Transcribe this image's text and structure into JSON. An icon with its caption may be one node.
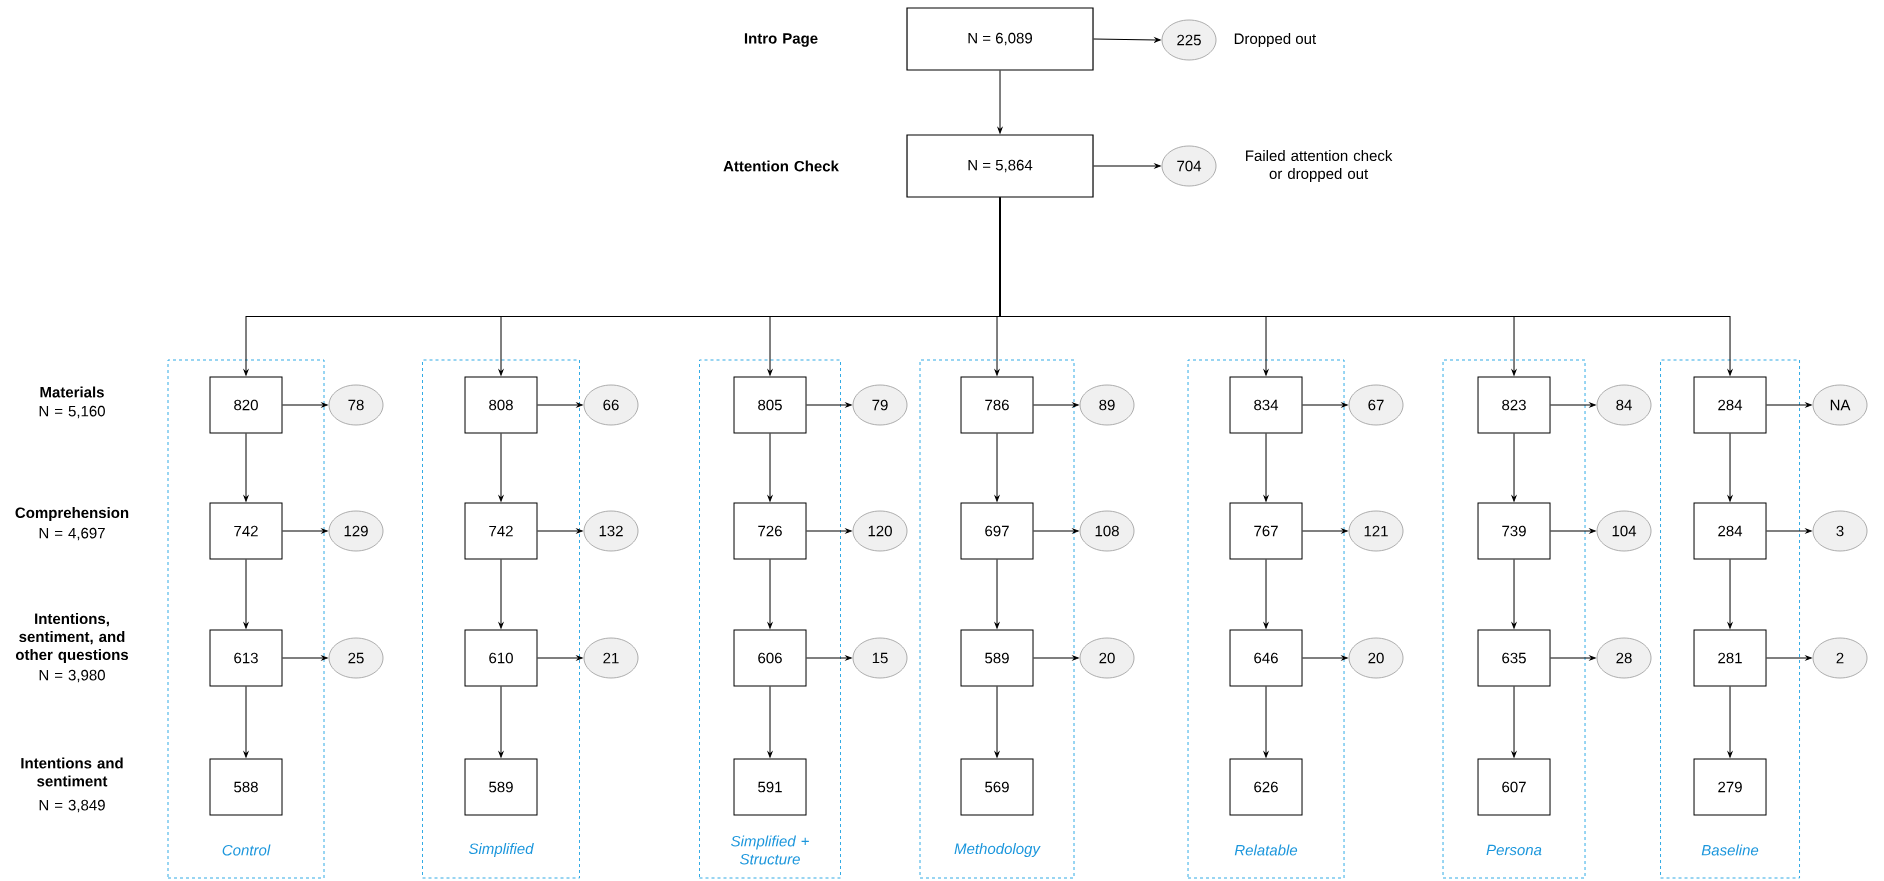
{
  "diagram": {
    "nodes": [
      {
        "text": [
          "N = 6,089"
        ]
      },
      {
        "text": [
          "225"
        ],
        "beside": [
          "Dropped out"
        ]
      },
      {
        "text": [
          "N = 5,864"
        ]
      },
      {
        "text": [
          "704"
        ],
        "beside": [
          "Failed attention check or dropped out"
        ]
      },
      {
        "text": [
          "Control"
        ]
      },
      {
        "text": [
          "820"
        ],
        "in": 4
      },
      {
        "text": [
          "742"
        ],
        "in": 4
      },
      {
        "text": [
          "613"
        ],
        "in": 4
      },
      {
        "text": [
          "588"
        ],
        "in": 4
      },
      {
        "text": [
          "78"
        ]
      },
      {
        "text": [
          "129"
        ]
      },
      {
        "text": [
          "25"
        ]
      },
      {
        "text": [
          "Simplified"
        ]
      },
      {
        "text": [
          "808"
        ],
        "in": 12
      },
      {
        "text": [
          "742"
        ],
        "in": 12
      },
      {
        "text": [
          "610"
        ],
        "in": 12
      },
      {
        "text": [
          "589"
        ],
        "in": 12
      },
      {
        "text": [
          "66"
        ]
      },
      {
        "text": [
          "132"
        ]
      },
      {
        "text": [
          "21"
        ]
      },
      {
        "text": [
          "Simplified + Structure"
        ]
      },
      {
        "text": [
          "805"
        ],
        "in": 20
      },
      {
        "text": [
          "726"
        ],
        "in": 20
      },
      {
        "text": [
          "606"
        ],
        "in": 20
      },
      {
        "text": [
          "591"
        ],
        "in": 20
      },
      {
        "text": [
          "79"
        ]
      },
      {
        "text": [
          "120"
        ]
      },
      {
        "text": [
          "15"
        ]
      },
      {
        "text": [
          "Methodology"
        ]
      },
      {
        "text": [
          "786"
        ],
        "in": 28
      },
      {
        "text": [
          "697"
        ],
        "in": 28
      },
      {
        "text": [
          "589"
        ],
        "in": 28
      },
      {
        "text": [
          "569"
        ],
        "in": 28
      },
      {
        "text": [
          "89"
        ]
      },
      {
        "text": [
          "108"
        ]
      },
      {
        "text": [
          "20"
        ]
      },
      {
        "text": [
          "Relatable"
        ]
      },
      {
        "text": [
          "834"
        ],
        "in": 36
      },
      {
        "text": [
          "767"
        ],
        "in": 36
      },
      {
        "text": [
          "646"
        ],
        "in": 36
      },
      {
        "text": [
          "626"
        ],
        "in": 36
      },
      {
        "text": [
          "67"
        ]
      },
      {
        "text": [
          "121"
        ]
      },
      {
        "text": [
          "20"
        ]
      },
      {
        "text": [
          "Persona"
        ]
      },
      {
        "text": [
          "823"
        ],
        "in": 44
      },
      {
        "text": [
          "739"
        ],
        "in": 44
      },
      {
        "text": [
          "635"
        ],
        "in": 44
      },
      {
        "text": [
          "607"
        ],
        "in": 44
      },
      {
        "text": [
          "84"
        ]
      },
      {
        "text": [
          "104"
        ]
      },
      {
        "text": [
          "28"
        ]
      },
      {
        "text": [
          "Baseline"
        ]
      },
      {
        "text": [
          "284"
        ],
        "in": 52
      },
      {
        "text": [
          "284"
        ],
        "in": 52
      },
      {
        "text": [
          "281"
        ],
        "in": 52
      },
      {
        "text": [
          "279"
        ],
        "in": 52
      },
      {
        "text": [
          "NA"
        ]
      },
      {
        "text": [
          "3"
        ]
      },
      {
        "text": [
          "2"
        ]
      }
    ],
    "edges": [
      {
        "from": 0,
        "to": 1,
        "arrow": "to"
      },
      {
        "from": 0,
        "to": 2,
        "arrow": "to"
      },
      {
        "from": 2,
        "to": 3,
        "arrow": "to"
      },
      {
        "from": 2,
        "to": 5,
        "arrow": "to"
      },
      {
        "from": 2,
        "to": 13,
        "arrow": "to"
      },
      {
        "from": 2,
        "to": 21,
        "arrow": "to"
      },
      {
        "from": 2,
        "to": 29,
        "arrow": "to"
      },
      {
        "from": 2,
        "to": 37,
        "arrow": "to"
      },
      {
        "from": 2,
        "to": 45,
        "arrow": "to"
      },
      {
        "from": 2,
        "to": 53,
        "arrow": "to"
      },
      {
        "from": 5,
        "to": 9,
        "arrow": "to"
      },
      {
        "from": 5,
        "to": 6,
        "arrow": "to"
      },
      {
        "from": 6,
        "to": 10,
        "arrow": "to"
      },
      {
        "from": 6,
        "to": 7,
        "arrow": "to"
      },
      {
        "from": 7,
        "to": 11,
        "arrow": "to"
      },
      {
        "from": 7,
        "to": 8,
        "arrow": "to"
      },
      {
        "from": 13,
        "to": 17,
        "arrow": "to"
      },
      {
        "from": 13,
        "to": 14,
        "arrow": "to"
      },
      {
        "from": 14,
        "to": 18,
        "arrow": "to"
      },
      {
        "from": 14,
        "to": 15,
        "arrow": "to"
      },
      {
        "from": 15,
        "to": 19,
        "arrow": "to"
      },
      {
        "from": 15,
        "to": 16,
        "arrow": "to"
      },
      {
        "from": 21,
        "to": 25,
        "arrow": "to"
      },
      {
        "from": 21,
        "to": 22,
        "arrow": "to"
      },
      {
        "from": 22,
        "to": 26,
        "arrow": "to"
      },
      {
        "from": 22,
        "to": 23,
        "arrow": "to"
      },
      {
        "from": 23,
        "to": 27,
        "arrow": "to"
      },
      {
        "from": 23,
        "to": 24,
        "arrow": "to"
      },
      {
        "from": 29,
        "to": 33,
        "arrow": "to"
      },
      {
        "from": 29,
        "to": 30,
        "arrow": "to"
      },
      {
        "from": 30,
        "to": 34,
        "arrow": "to"
      },
      {
        "from": 30,
        "to": 31,
        "arrow": "to"
      },
      {
        "from": 31,
        "to": 35,
        "arrow": "to"
      },
      {
        "from": 31,
        "to": 32,
        "arrow": "to"
      },
      {
        "from": 37,
        "to": 41,
        "arrow": "to"
      },
      {
        "from": 37,
        "to": 38,
        "arrow": "to"
      },
      {
        "from": 38,
        "to": 42,
        "arrow": "to"
      },
      {
        "from": 38,
        "to": 39,
        "arrow": "to"
      },
      {
        "from": 39,
        "to": 43,
        "arrow": "to"
      },
      {
        "from": 39,
        "to": 40,
        "arrow": "to"
      },
      {
        "from": 45,
        "to": 49,
        "arrow": "to"
      },
      {
        "from": 45,
        "to": 46,
        "arrow": "to"
      },
      {
        "from": 46,
        "to": 50,
        "arrow": "to"
      },
      {
        "from": 46,
        "to": 47,
        "arrow": "to"
      },
      {
        "from": 47,
        "to": 51,
        "arrow": "to"
      },
      {
        "from": 47,
        "to": 48,
        "arrow": "to"
      },
      {
        "from": 53,
        "to": 57,
        "arrow": "to"
      },
      {
        "from": 53,
        "to": 54,
        "arrow": "to"
      },
      {
        "from": 54,
        "to": 58,
        "arrow": "to"
      },
      {
        "from": 54,
        "to": 55,
        "arrow": "to"
      },
      {
        "from": 55,
        "to": 59,
        "arrow": "to"
      },
      {
        "from": 55,
        "to": 56,
        "arrow": "to"
      }
    ],
    "labels": [
      "Intro Page",
      "Attention Check",
      "Materials",
      "N = 5,160",
      "Comprehension",
      "N = 4,697",
      "Intentions, sentiment, and other questions",
      "N = 3,980",
      "Intentions and sentiment",
      "N = 3,849"
    ]
  }
}
